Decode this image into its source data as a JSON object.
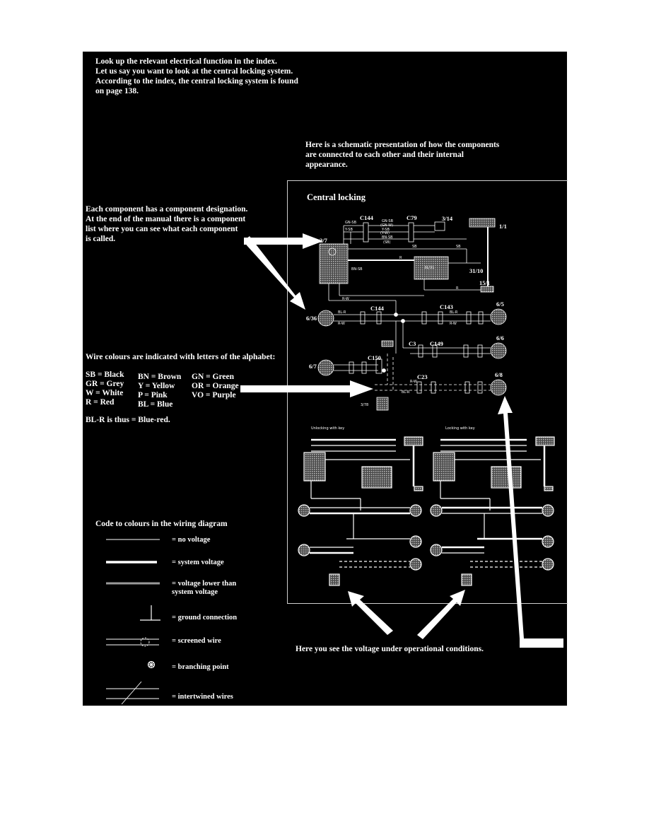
{
  "intro": {
    "lines": "Look up the relevant electrical function in the index.\nLet us say you want to look at the central locking system.\nAccording to the index, the central locking system is found\non page 138."
  },
  "schematic_note": "Here is a schematic presentation of how the components\nare connected to each other and their internal\nappearance.",
  "component_note": "Each component has a component designation.\nAt the end of the manual there is a component\nlist where you can see what each component\nis called.",
  "diagram": {
    "title": "Central locking",
    "component_labels": [
      "C144",
      "C79",
      "3/14",
      "1/1",
      "2/7",
      "31/10",
      "15/1",
      "31/31",
      "6/36",
      "C144",
      "C143",
      "6/5",
      "C3",
      "C149",
      "C150",
      "6/6",
      "6/7",
      "C23",
      "6/8",
      "3/78"
    ],
    "wire_labels": [
      "GN-SB",
      "Y-SB",
      "GN-SB",
      "(GN-W)",
      "Y-SB",
      "(Y-W)",
      "BN-SB",
      "(SB)",
      "BN-SB",
      "SB",
      "SB",
      "R",
      "R",
      "R-W",
      "BL-R",
      "R-W",
      "BL-R",
      "R-W",
      "R-W",
      "BL-R"
    ],
    "panel_titles": [
      "Unlocking with key",
      "Locking with key"
    ]
  },
  "wire_colours": {
    "heading": "Wire colours are indicated with letters of the alphabet:",
    "col1": [
      "SB = Black",
      "GR = Grey",
      "W = White",
      "R = Red"
    ],
    "col2": [
      "BN = Brown",
      "Y = Yellow",
      "P = Pink",
      "BL = Blue"
    ],
    "col3": [
      "GN = Green",
      "OR = Orange",
      "VO = Purple"
    ],
    "example": "BL-R is thus = Blue-red."
  },
  "legend": {
    "heading": "Code to colours in the wiring diagram",
    "items": [
      "= no voltage",
      "= system voltage",
      "= voltage lower than\n   system voltage",
      "= ground connection",
      "= screened wire",
      "= branching point",
      "= intertwined wires"
    ]
  },
  "voltage_note": "Here you see the voltage under operational conditions.",
  "colors": {
    "background": "#000000",
    "text": "#ffffff",
    "page": "#ffffff"
  }
}
